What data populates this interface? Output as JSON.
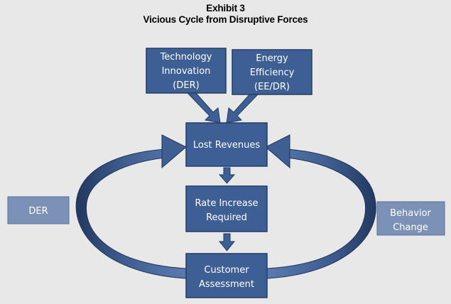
{
  "header": {
    "exhibit": "Exhibit 3",
    "title": "Vicious Cycle from Disruptive Forces"
  },
  "diagram": {
    "boxes": {
      "technology_innovation": [
        "Technology",
        "Innovation",
        "(DER)"
      ],
      "energy_efficiency": [
        "Energy",
        "Efficiency",
        "(EE/DR)"
      ],
      "lost_revenues": [
        "Lost Revenues"
      ],
      "rate_increase": [
        "Rate Increase",
        "Required"
      ],
      "customer_assessment": [
        "Customer",
        "Assessment"
      ]
    },
    "side_labels": {
      "left": [
        "DER"
      ],
      "right": [
        "Behavior",
        "Change"
      ]
    }
  },
  "colors": {
    "background": "#e8e8e8",
    "box_fill": "#3d5f94",
    "box_stroke": "#243d66",
    "side_box_fill": "#7b92b6",
    "arrow_fill": "#4a6a9c",
    "arrow_dark": "#22385e"
  }
}
